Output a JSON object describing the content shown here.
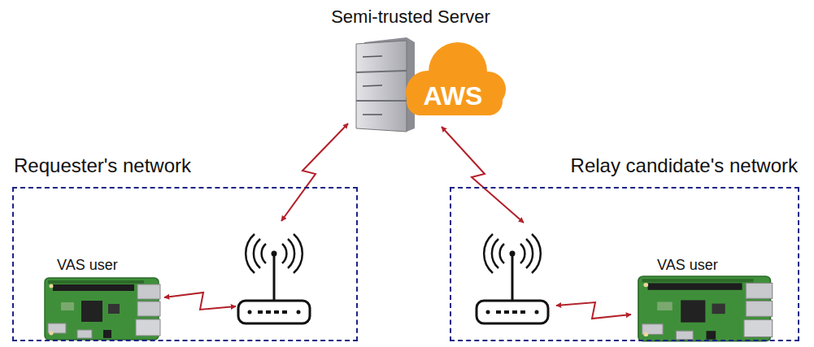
{
  "diagram": {
    "nodes": [
      {
        "text": [
          "Semi-trusted Server",
          "AWS"
        ]
      },
      {
        "text": [
          "Requester's network"
        ]
      },
      {
        "text": [
          "VAS user"
        ],
        "in": 1
      },
      {
        "text": [
          "Relay candidate's network"
        ]
      },
      {
        "text": [
          "VAS user"
        ],
        "in": 3
      }
    ]
  }
}
